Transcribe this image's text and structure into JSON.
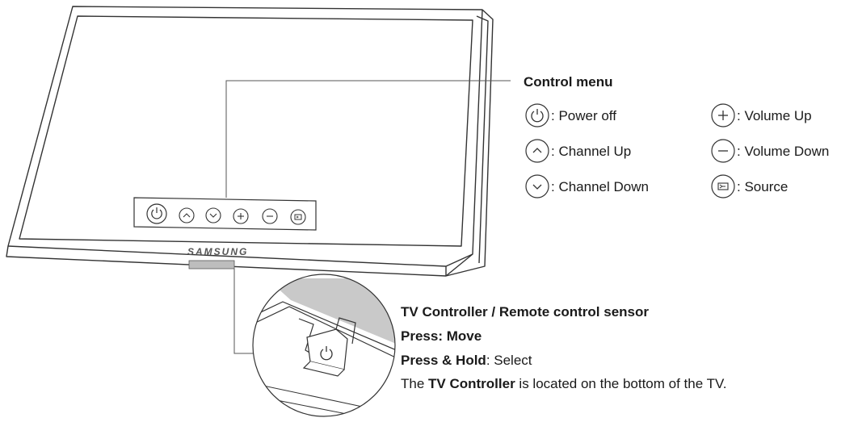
{
  "brand": "SAMSUNG",
  "control_menu": {
    "title": "Control menu",
    "items": [
      {
        "icon": "power-icon",
        "label": ": Power off"
      },
      {
        "icon": "chevron-up-icon",
        "label": ": Channel Up"
      },
      {
        "icon": "chevron-down-icon",
        "label": ": Channel Down"
      },
      {
        "icon": "plus-icon",
        "label": ": Volume Up"
      },
      {
        "icon": "minus-icon",
        "label": ": Volume Down"
      },
      {
        "icon": "source-icon",
        "label": ": Source"
      }
    ]
  },
  "controller": {
    "title": "TV Controller / Remote control sensor",
    "press_label": "Press: Move",
    "hold_bold": "Press & Hold",
    "hold_rest": ": Select",
    "desc_pre": "The ",
    "desc_bold": "TV Controller",
    "desc_post": " is located on the bottom of the TV."
  },
  "colors": {
    "stroke": "#333333",
    "accent_gray": "#bdbdbd"
  }
}
